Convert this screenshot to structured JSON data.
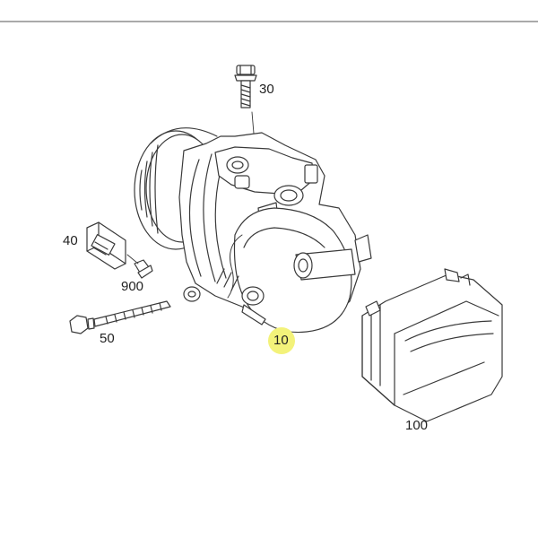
{
  "callouts": {
    "p10": "10",
    "p30": "30",
    "p40": "40",
    "p50": "50",
    "p100": "100",
    "p900": "900"
  },
  "colors": {
    "highlight": "#f3f27a",
    "line": "#3a3a3a",
    "top_rule": "#555555"
  },
  "highlighted_part": "10"
}
